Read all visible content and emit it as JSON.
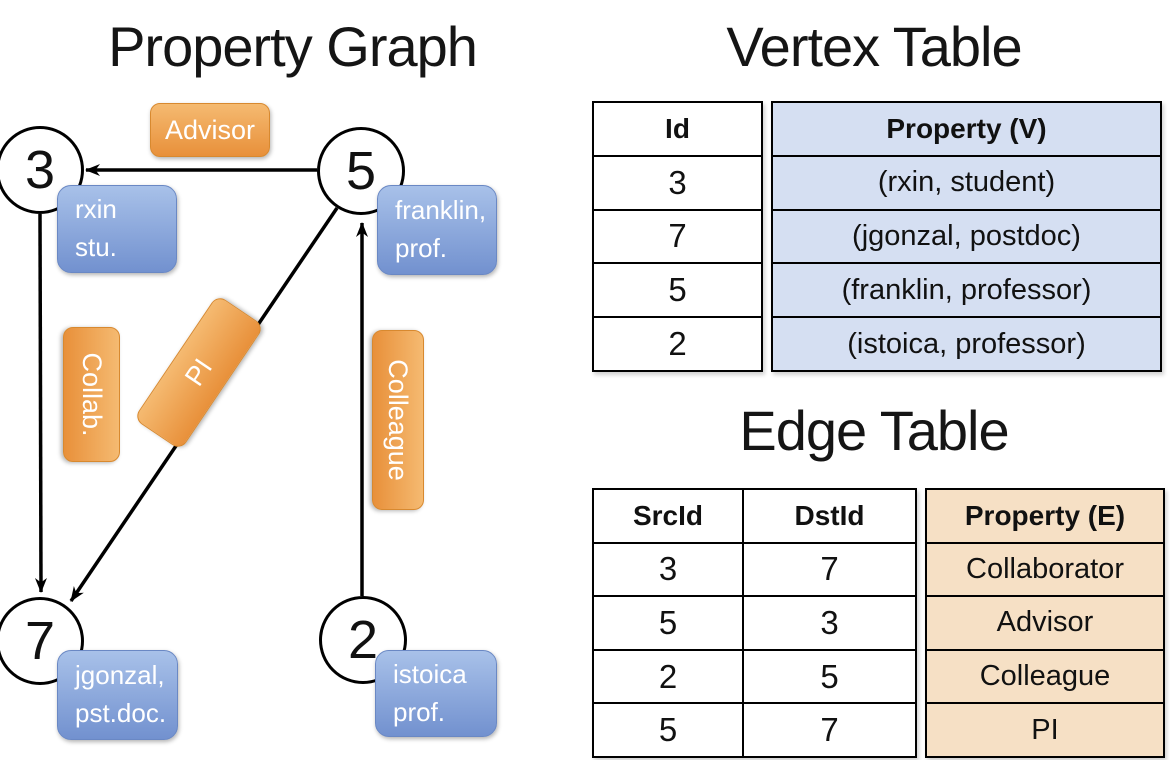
{
  "colors": {
    "edge-label-top": "#F5BA71",
    "edge-label-bottom": "#E8903A",
    "vertex-label-top": "#A8C1E9",
    "vertex-label-bottom": "#7291CF",
    "vertex-property-fill": "#D5DFF2",
    "edge-property-fill": "#F6E0C5",
    "line-color": "#000000"
  },
  "graph": {
    "title": "Property Graph",
    "nodes": [
      {
        "id": "3",
        "label_lines": [
          "rxin",
          "stu."
        ]
      },
      {
        "id": "5",
        "label_lines": [
          "franklin,",
          "prof."
        ]
      },
      {
        "id": "7",
        "label_lines": [
          "jgonzal,",
          "pst.doc."
        ]
      },
      {
        "id": "2",
        "label_lines": [
          "istoica",
          "prof."
        ]
      }
    ],
    "edges": [
      {
        "src": "5",
        "dst": "3",
        "label": "Advisor"
      },
      {
        "src": "3",
        "dst": "7",
        "label": "Collab."
      },
      {
        "src": "5",
        "dst": "7",
        "label": "PI"
      },
      {
        "src": "2",
        "dst": "5",
        "label": "Colleague"
      }
    ]
  },
  "vertex_table": {
    "title": "Vertex Table",
    "headers": {
      "id": "Id",
      "property": "Property (V)"
    },
    "rows": [
      {
        "id": "3",
        "property": "(rxin, student)"
      },
      {
        "id": "7",
        "property": "(jgonzal, postdoc)"
      },
      {
        "id": "5",
        "property": "(franklin, professor)"
      },
      {
        "id": "2",
        "property": "(istoica, professor)"
      }
    ]
  },
  "edge_table": {
    "title": "Edge Table",
    "headers": {
      "src": "SrcId",
      "dst": "DstId",
      "property": "Property (E)"
    },
    "rows": [
      {
        "src": "3",
        "dst": "7",
        "property": "Collaborator"
      },
      {
        "src": "5",
        "dst": "3",
        "property": "Advisor"
      },
      {
        "src": "2",
        "dst": "5",
        "property": "Colleague"
      },
      {
        "src": "5",
        "dst": "7",
        "property": "PI"
      }
    ]
  }
}
